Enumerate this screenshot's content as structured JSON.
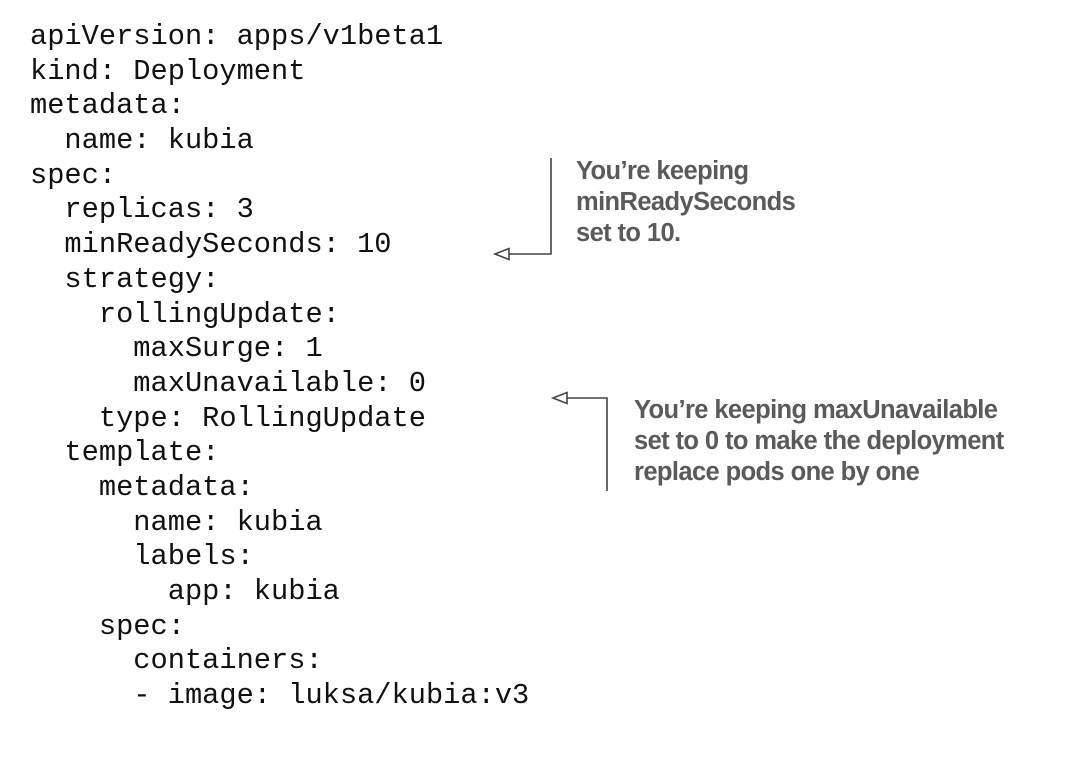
{
  "code": {
    "lines": [
      "apiVersion: apps/v1beta1",
      "kind: Deployment",
      "metadata:",
      "  name: kubia",
      "spec:",
      "  replicas: 3",
      "  minReadySeconds: 10",
      "  strategy:",
      "    rollingUpdate:",
      "      maxSurge: 1",
      "      maxUnavailable: 0",
      "    type: RollingUpdate",
      "  template:",
      "    metadata:",
      "      name: kubia",
      "      labels:",
      "        app: kubia",
      "    spec:",
      "      containers:",
      "      - image: luksa/kubia:v3"
    ]
  },
  "annotations": [
    {
      "lines": [
        "You’re keeping",
        "minReadySeconds",
        "set to 10."
      ],
      "target_line": "  minReadySeconds: 10"
    },
    {
      "lines": [
        "You’re keeping maxUnavailable",
        "set to 0 to make the deployment",
        "replace pods one by one"
      ],
      "target_line": "      maxUnavailable: 0"
    }
  ],
  "colors": {
    "code_text": "#111111",
    "annotation_text": "#5a5a5a",
    "arrow": "#444444",
    "background": "#ffffff"
  }
}
